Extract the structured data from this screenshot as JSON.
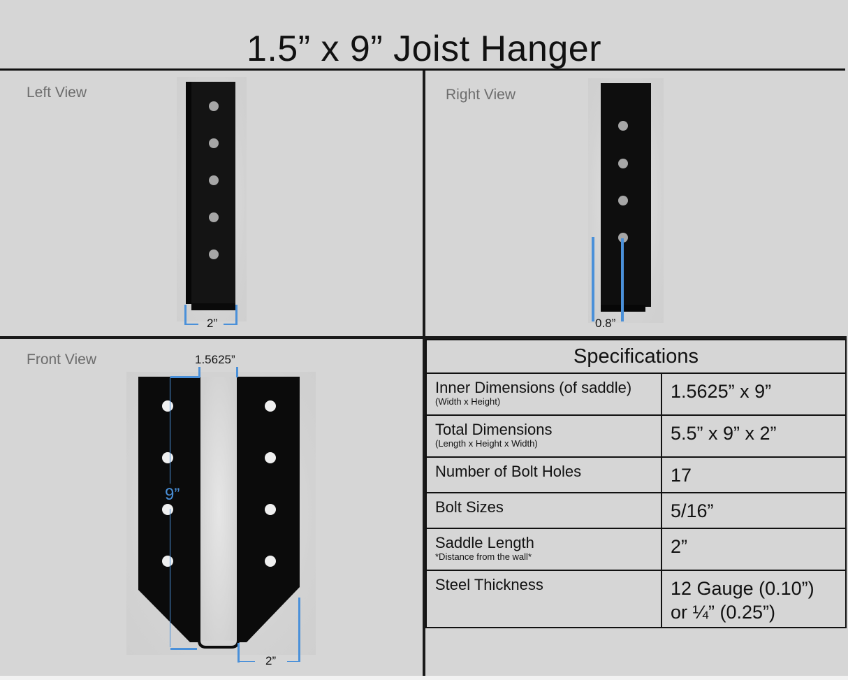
{
  "title": "1.5” x 9” Joist Hanger",
  "views": {
    "left": {
      "label": "Left View",
      "hole_count": 5,
      "dimension": "2”"
    },
    "right": {
      "label": "Right View",
      "hole_count": 4,
      "dimension": "0.8”"
    },
    "front": {
      "label": "Front View",
      "holes_per_side": 4,
      "dimension_top": "1.5625”",
      "dimension_height": "9”",
      "dimension_bottom": "2”"
    }
  },
  "specifications": {
    "header": "Specifications",
    "rows": [
      {
        "label": "Inner Dimensions (of saddle)",
        "sublabel": "(Width x Height)",
        "value": "1.5625” x 9”"
      },
      {
        "label": "Total Dimensions",
        "sublabel": "(Length x Height x Width)",
        "value": "5.5” x 9” x 2”"
      },
      {
        "label": "Number of Bolt Holes",
        "sublabel": "",
        "value": "17"
      },
      {
        "label": "Bolt Sizes",
        "sublabel": "",
        "value": "5/16”"
      },
      {
        "label": "Saddle Length",
        "sublabel": "*Distance from the wall*",
        "value": "2”"
      },
      {
        "label": "Steel Thickness",
        "sublabel": "",
        "value": "12 Gauge (0.10”)",
        "value_line2": "or ¼” (0.25”)"
      }
    ]
  },
  "colors": {
    "background": "#d6d6d6",
    "steel": "#111111",
    "dimension_line": "#4a90d9",
    "label_gray": "#6c6c6c"
  }
}
